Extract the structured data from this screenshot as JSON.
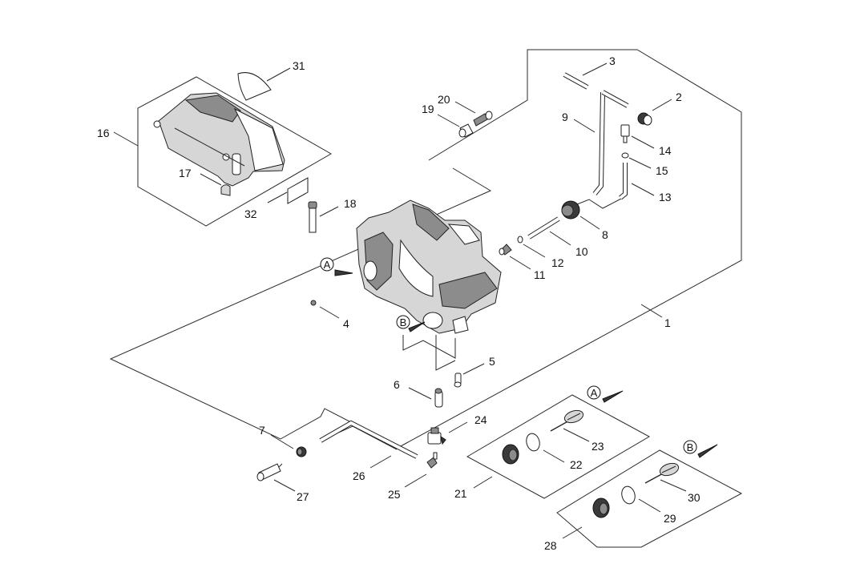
{
  "diagram": {
    "type": "exploded-parts-diagram",
    "subject": "Crankcase / fuel & oil tank assembly",
    "callouts": [
      {
        "id": "1"
      },
      {
        "id": "2"
      },
      {
        "id": "3"
      },
      {
        "id": "4"
      },
      {
        "id": "5"
      },
      {
        "id": "6"
      },
      {
        "id": "7"
      },
      {
        "id": "8"
      },
      {
        "id": "9"
      },
      {
        "id": "10"
      },
      {
        "id": "11"
      },
      {
        "id": "12"
      },
      {
        "id": "13"
      },
      {
        "id": "14"
      },
      {
        "id": "15"
      },
      {
        "id": "16"
      },
      {
        "id": "17"
      },
      {
        "id": "18"
      },
      {
        "id": "19"
      },
      {
        "id": "20"
      },
      {
        "id": "21"
      },
      {
        "id": "22"
      },
      {
        "id": "23"
      },
      {
        "id": "24"
      },
      {
        "id": "25"
      },
      {
        "id": "26"
      },
      {
        "id": "27"
      },
      {
        "id": "28"
      },
      {
        "id": "29"
      },
      {
        "id": "30"
      },
      {
        "id": "31"
      },
      {
        "id": "32"
      }
    ],
    "view_references": [
      {
        "letter": "A"
      },
      {
        "letter": "B"
      },
      {
        "letter": "A"
      },
      {
        "letter": "B"
      }
    ]
  }
}
